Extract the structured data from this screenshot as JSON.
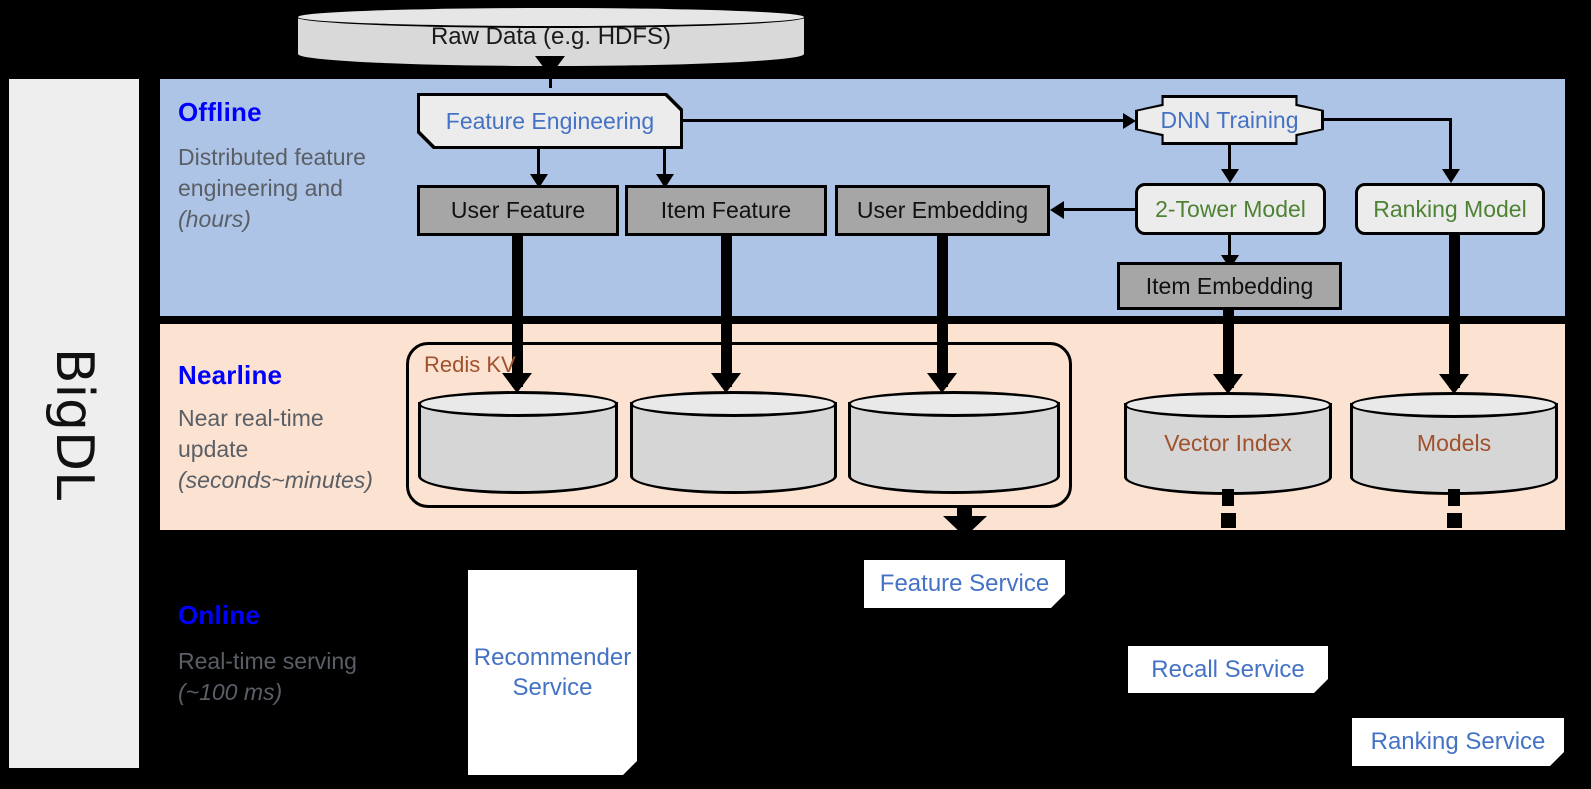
{
  "framework": {
    "name": "BigDL"
  },
  "top_source": {
    "label": "Raw Data (e.g. HDFS)"
  },
  "stages": [
    {
      "id": "offline",
      "heading": "Offline",
      "description": "Distributed feature engineering and ",
      "description_italic": "(hours)",
      "band_color": "#aec4e6"
    },
    {
      "id": "nearline",
      "heading": "Nearline",
      "description": "Near real-time update ",
      "description_italic": "(seconds~minutes)",
      "band_color": "#fbe2d1"
    },
    {
      "id": "online",
      "heading": "Online",
      "description": "Real-time serving ",
      "description_italic": "(~100 ms)",
      "band_color": "#000000"
    }
  ],
  "offline_nodes": {
    "feature_engineering": "Feature Engineering",
    "dnn_training": "DNN Training",
    "user_feature": "User Feature",
    "item_feature": "Item Feature",
    "user_embedding": "User Embedding",
    "two_tower_model": "2-Tower Model",
    "ranking_model": "Ranking Model",
    "item_embedding": "Item Embedding"
  },
  "nearline_nodes": {
    "redis_kv": "Redis KV",
    "store_user_feature": "",
    "store_item_feature": "",
    "store_user_embedding": "",
    "vector_index": "Vector Index",
    "models": "Models"
  },
  "online_nodes": {
    "recommender_service": "Recommender Service",
    "feature_service": "Feature Service",
    "recall_service": "Recall Service",
    "ranking_service": "Ranking Service"
  },
  "colors": {
    "heading_blue": "#0000ff",
    "node_blue": "#4472c4",
    "node_green": "#4e8234",
    "store_brown": "#a0522d",
    "gray_fill": "#a6a6a6",
    "offline_band": "#aec4e6",
    "nearline_band": "#fbe2d1",
    "rail_fill": "#eeeeee",
    "desc_gray": "#5a5f66"
  }
}
